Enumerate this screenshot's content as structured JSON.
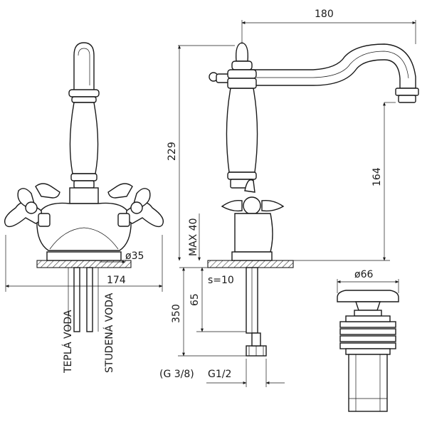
{
  "dimensions": {
    "spout_reach": "180",
    "total_height": "229",
    "spout_height": "164",
    "max_thickness": "MAX 40",
    "hole_diameter": "ø35",
    "base_width": "174",
    "shank_length": "65",
    "hose_length": "350",
    "thread_hose": "(G 3/8)",
    "thread_shank": "G1/2",
    "wall_thickness": "s=10",
    "waste_diameter": "ø66"
  },
  "hose_labels": {
    "hot": "TEPLÁ VODA",
    "cold": "STUDENÁ VODA"
  }
}
